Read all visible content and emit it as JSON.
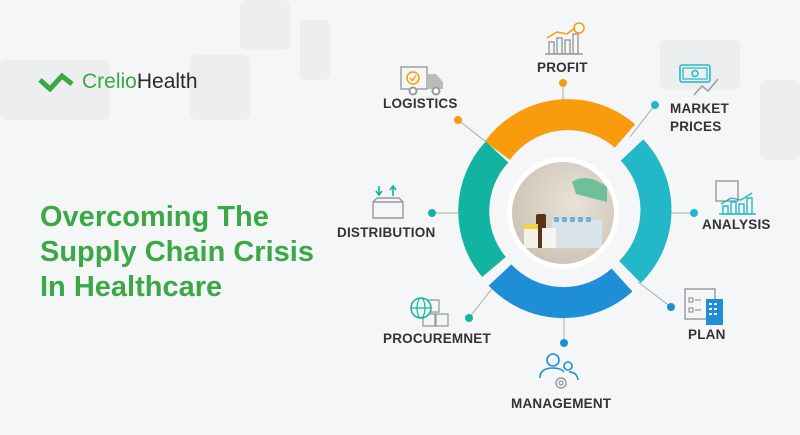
{
  "brand": {
    "part1": "Crelio",
    "part2": "Health"
  },
  "title": {
    "line1": "Overcoming The",
    "line2": "Supply Chain Crisis",
    "line3": "In Healthcare"
  },
  "nodes": {
    "profit": "PROFIT",
    "logistics": "LOGISTICS",
    "market_prices_1": "MARKET",
    "market_prices_2": "PRICES",
    "distribution": "DISTRIBUTION",
    "analysis": "ANALYSIS",
    "procurement": "PROCUREMNET",
    "plan": "PLAN",
    "management": "MANAGEMENT"
  },
  "colors": {
    "green": "#3aa845",
    "orange": "#f89c0e",
    "teal": "#22b8c8",
    "blue": "#1e8ed6",
    "sea": "#12b3a0"
  }
}
